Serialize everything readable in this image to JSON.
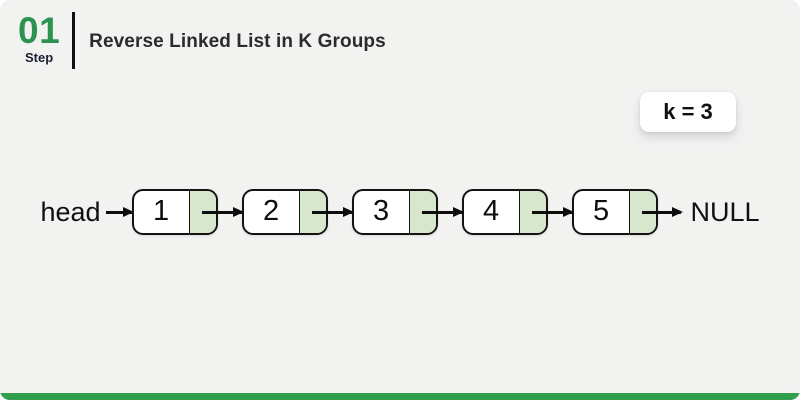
{
  "header": {
    "step_number": "01",
    "step_label": "Step",
    "title": "Reverse Linked List in K Groups"
  },
  "badge": {
    "text": "k = 3"
  },
  "list": {
    "head_label": "head",
    "null_label": "NULL",
    "nodes": [
      {
        "value": "1"
      },
      {
        "value": "2"
      },
      {
        "value": "3"
      },
      {
        "value": "4"
      },
      {
        "value": "5"
      }
    ]
  },
  "colors": {
    "background": "#f2f2f1",
    "accent_green": "#2d9150",
    "node_pointer_green": "#d7e7cd",
    "bottom_bar_green": "#2f9e4d",
    "ink": "#0d0d0d"
  }
}
